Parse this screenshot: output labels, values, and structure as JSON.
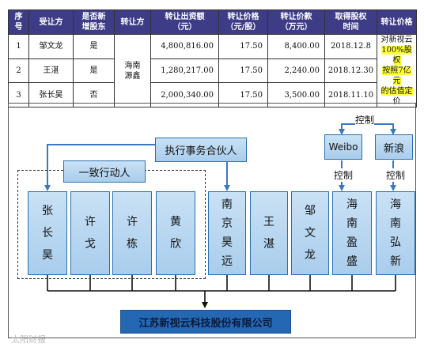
{
  "table": {
    "headers": [
      {
        "lines": [
          "序",
          "号"
        ]
      },
      {
        "lines": [
          "受让方"
        ]
      },
      {
        "lines": [
          "是否新",
          "增股东"
        ]
      },
      {
        "lines": [
          "转让方"
        ]
      },
      {
        "lines": [
          "转让出资额",
          "（元）"
        ]
      },
      {
        "lines": [
          "转让价格",
          "（元/股）"
        ]
      },
      {
        "lines": [
          "转让价款",
          "（万元）"
        ]
      },
      {
        "lines": [
          "取得股权",
          "时间"
        ]
      },
      {
        "lines": [
          "转让价格"
        ]
      }
    ],
    "rows": [
      {
        "no": "1",
        "buyer": "邹文龙",
        "new": "是",
        "amount": "4,800,816.00",
        "price": "17.50",
        "total": "8,400.00",
        "date": "2018.12.8"
      },
      {
        "no": "2",
        "buyer": "王湛",
        "new": "是",
        "amount": "1,280,217.00",
        "price": "17.50",
        "total": "2,240.00",
        "date": "2018.12.30"
      },
      {
        "no": "3",
        "buyer": "张长昊",
        "new": "否",
        "amount": "2,000,340.00",
        "price": "17.50",
        "total": "3,500.00",
        "date": "2018.11.10"
      }
    ],
    "seller": [
      "海南",
      "源鑫"
    ],
    "note": [
      "对新视云",
      "100%股权",
      "按照7亿元",
      "的估值定",
      "价"
    ]
  },
  "diagram": {
    "control_top": "控制",
    "weibo": "Weibo",
    "sina": "新浪",
    "control_left": "控制",
    "control_right": "控制",
    "exec_partner": "执行事务合伙人",
    "concert": "一致行动人",
    "people": [
      [
        "张",
        "长",
        "昊"
      ],
      [
        "许",
        "戈"
      ],
      [
        "许",
        "栋"
      ],
      [
        "黄",
        "欣"
      ],
      [
        "南",
        "京",
        "昊",
        "远"
      ],
      [
        "王",
        "湛"
      ],
      [
        "邹",
        "文",
        "龙"
      ],
      [
        "海",
        "南",
        "盈",
        "盛"
      ],
      [
        "海",
        "南",
        "弘",
        "新"
      ]
    ],
    "company": "江苏新视云科技股份有限公司"
  },
  "watermark": "太阳财报"
}
